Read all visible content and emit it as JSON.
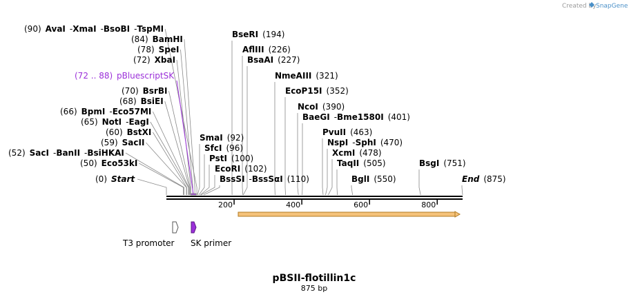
{
  "app": {
    "credit_text": "Created by",
    "brand": "SnapGene"
  },
  "sequence": {
    "name": "pBSII-flotillin1c",
    "length_label": "875 bp",
    "length": 875,
    "ruler_ticks": [
      "200",
      "400",
      "600",
      "800"
    ],
    "ruler_tick_values": [
      200,
      400,
      600,
      800
    ]
  },
  "sites": [
    {
      "pos": "(90)",
      "names": [
        "AvaI",
        "XmaI",
        "BsoBI",
        "TspMI"
      ],
      "cut": 90,
      "side": "left"
    },
    {
      "pos": "(84)",
      "names": [
        "BamHI"
      ],
      "cut": 84,
      "side": "left"
    },
    {
      "pos": "(78)",
      "names": [
        "SpeI"
      ],
      "cut": 78,
      "side": "left"
    },
    {
      "pos": "(72)",
      "names": [
        "XbaI"
      ],
      "cut": 72,
      "side": "left"
    },
    {
      "pos": "(70)",
      "names": [
        "BsrBI"
      ],
      "cut": 70,
      "side": "left"
    },
    {
      "pos": "(68)",
      "names": [
        "BsiEI"
      ],
      "cut": 68,
      "side": "left"
    },
    {
      "pos": "(66)",
      "names": [
        "BpmI",
        "Eco57MI"
      ],
      "cut": 66,
      "side": "left"
    },
    {
      "pos": "(65)",
      "names": [
        "NotI",
        "EagI"
      ],
      "cut": 65,
      "side": "left"
    },
    {
      "pos": "(60)",
      "names": [
        "BstXI"
      ],
      "cut": 60,
      "side": "left"
    },
    {
      "pos": "(59)",
      "names": [
        "SacII"
      ],
      "cut": 59,
      "side": "left"
    },
    {
      "pos": "(52)",
      "names": [
        "SacI",
        "BanII",
        "BsiHKAI"
      ],
      "cut": 52,
      "side": "left"
    },
    {
      "pos": "(50)",
      "names": [
        "Eco53kI"
      ],
      "cut": 50,
      "side": "left"
    },
    {
      "pos": "(0)",
      "names": [
        "Start"
      ],
      "cut": 0,
      "side": "left",
      "italic": true
    },
    {
      "pos": "(194)",
      "names": [
        "BseRI"
      ],
      "cut": 194,
      "side": "right"
    },
    {
      "pos": "(226)",
      "names": [
        "AflIII"
      ],
      "cut": 226,
      "side": "right"
    },
    {
      "pos": "(227)",
      "names": [
        "BsaAI"
      ],
      "cut": 227,
      "side": "right"
    },
    {
      "pos": "(321)",
      "names": [
        "NmeAIII"
      ],
      "cut": 321,
      "side": "right"
    },
    {
      "pos": "(352)",
      "names": [
        "EcoP15I"
      ],
      "cut": 352,
      "side": "right"
    },
    {
      "pos": "(390)",
      "names": [
        "NcoI"
      ],
      "cut": 390,
      "side": "right"
    },
    {
      "pos": "(401)",
      "names": [
        "BaeGI",
        "Bme1580I"
      ],
      "cut": 401,
      "side": "right"
    },
    {
      "pos": "(92)",
      "names": [
        "SmaI"
      ],
      "cut": 92,
      "side": "right"
    },
    {
      "pos": "(96)",
      "names": [
        "SfcI"
      ],
      "cut": 96,
      "side": "right"
    },
    {
      "pos": "(100)",
      "names": [
        "PstI"
      ],
      "cut": 100,
      "side": "right"
    },
    {
      "pos": "(102)",
      "names": [
        "EcoRI"
      ],
      "cut": 102,
      "side": "right"
    },
    {
      "pos": "(110)",
      "names": [
        "BssSI",
        "BssSαI"
      ],
      "cut": 110,
      "side": "right"
    },
    {
      "pos": "(463)",
      "names": [
        "PvuII"
      ],
      "cut": 463,
      "side": "right"
    },
    {
      "pos": "(470)",
      "names": [
        "NspI",
        "SphI"
      ],
      "cut": 470,
      "side": "right"
    },
    {
      "pos": "(478)",
      "names": [
        "XcmI"
      ],
      "cut": 478,
      "side": "right"
    },
    {
      "pos": "(505)",
      "names": [
        "TaqII"
      ],
      "cut": 505,
      "side": "right"
    },
    {
      "pos": "(550)",
      "names": [
        "BglI"
      ],
      "cut": 550,
      "side": "right"
    },
    {
      "pos": "(751)",
      "names": [
        "BsgI"
      ],
      "cut": 751,
      "side": "right"
    },
    {
      "pos": "(875)",
      "names": [
        "End"
      ],
      "cut": 875,
      "side": "right",
      "italic": true
    }
  ],
  "primer_binding": {
    "range": "(72 .. 88)",
    "name": "pBluescriptSK",
    "color": "#9b30d9"
  },
  "features": [
    {
      "name": "T3 promoter",
      "color": "#ffffff",
      "stroke": "#555555"
    },
    {
      "name": "SK primer",
      "color": "#9b30d9",
      "stroke": "#5a1a82"
    }
  ],
  "orf": {
    "color": "#f5c27a",
    "stroke": "#b07a22",
    "start": 210,
    "end": 875
  },
  "colors": {
    "backbone": "#000000",
    "lead_line": "#888888",
    "brand": "#4a90c8"
  }
}
